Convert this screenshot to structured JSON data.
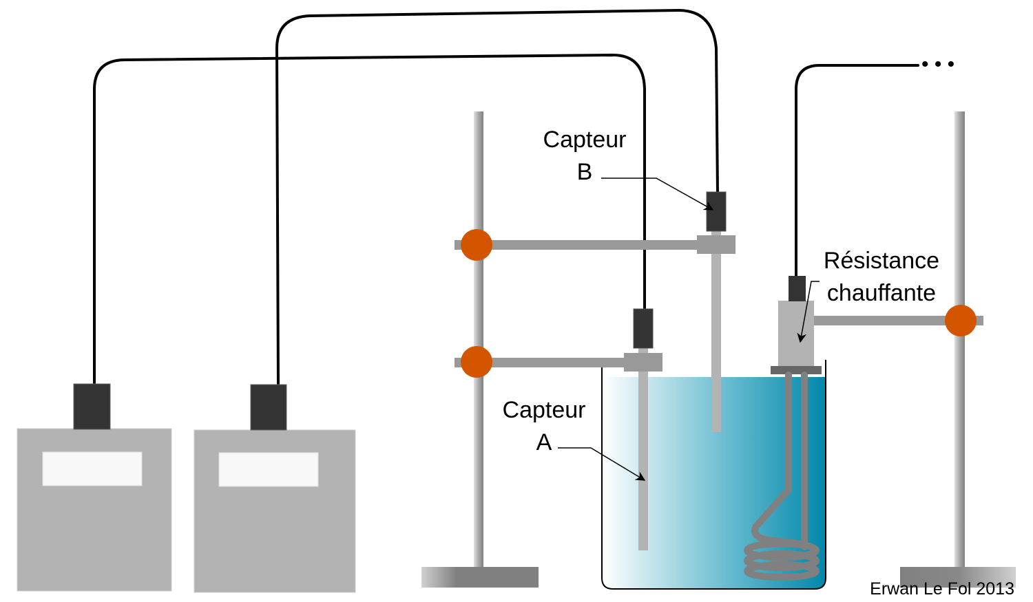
{
  "diagram": {
    "type": "experimental-setup",
    "labels": {
      "sensor_b_line1": "Capteur",
      "sensor_b_line2": "B",
      "sensor_a_line1": "Capteur",
      "sensor_a_line2": "A",
      "heater_line1": "Résistance",
      "heater_line2": "chauffante",
      "continuation": "• • •",
      "credit": "Erwan Le Fol 2013"
    },
    "colors": {
      "clamp": "#d45500",
      "rod": "#999999",
      "probe": "#b3b3b3",
      "connector": "#333333",
      "device": "#b3b3b3",
      "screen": "#f8f8f8",
      "water_light": "#ffffff",
      "water_dark": "#0088aa",
      "wire": "#000000"
    },
    "components": [
      "measurement-device-1",
      "measurement-device-2",
      "stand-left",
      "stand-right",
      "beaker-with-water",
      "sensor-a",
      "sensor-b",
      "heating-resistor"
    ]
  }
}
